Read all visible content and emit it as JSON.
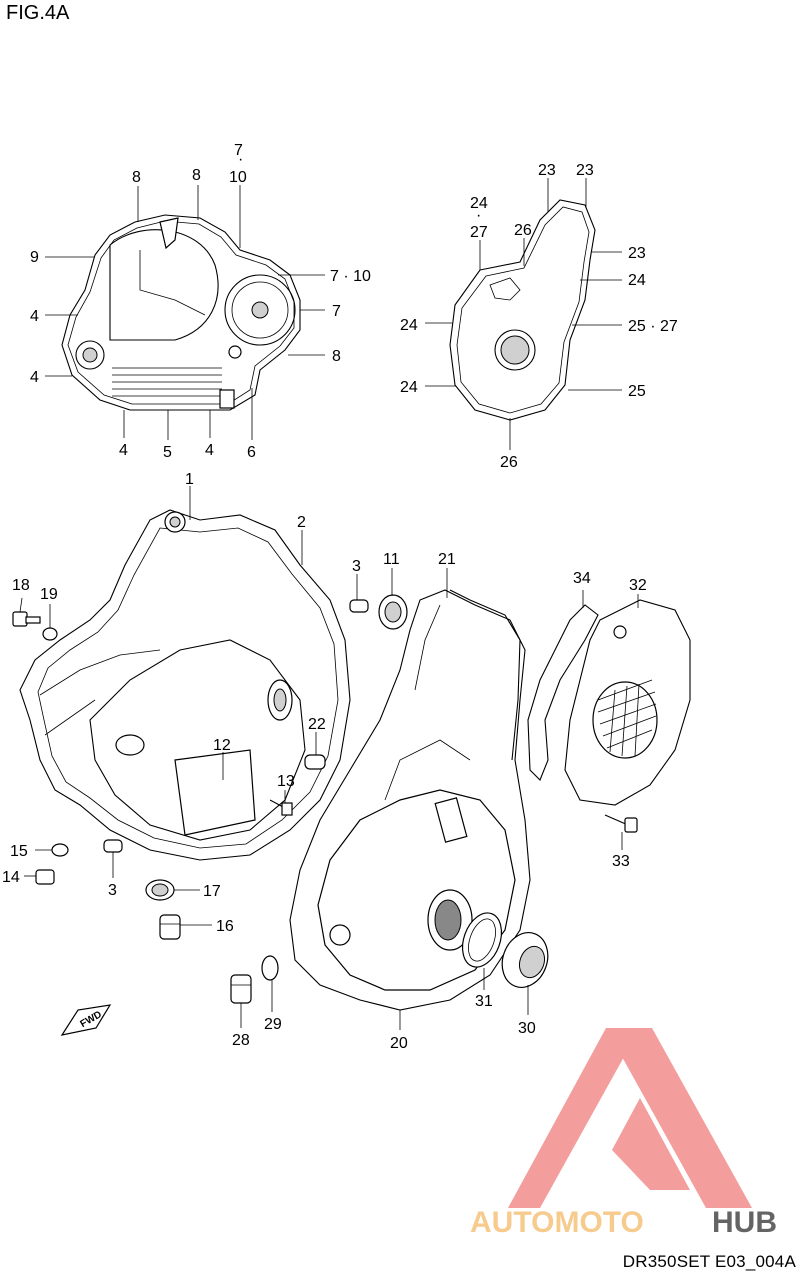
{
  "figure": {
    "title": "FIG.4A",
    "code": "DR350SET E03_004A"
  },
  "watermark": {
    "brand_part1": "AUTOMOTO",
    "brand_part2": "HUB",
    "color_primary": "#f28c8c",
    "color_accent": "#f5c27a",
    "color_dark": "#4a4a4a"
  },
  "direction_marker": "FWD",
  "callouts": {
    "c1": "1",
    "c2": "2",
    "c3a": "3",
    "c3b": "3",
    "c4a": "4",
    "c4b": "4",
    "c4c": "4",
    "c4d": "4",
    "c5": "5",
    "c6": "6",
    "c7a": "7",
    "c7b": "7",
    "c7c": "7 · 10",
    "c7d": "10",
    "c8a": "8",
    "c8b": "8",
    "c8c": "8",
    "c9": "9",
    "c11": "11",
    "c12": "12",
    "c13": "13",
    "c14": "14",
    "c15": "15",
    "c16": "16",
    "c17": "17",
    "c18": "18",
    "c19": "19",
    "c20": "20",
    "c21": "21",
    "c22": "22",
    "c23a": "23",
    "c23b": "23",
    "c23c": "23",
    "c24a": "24",
    "c24b": "24",
    "c24c": "24",
    "c24d": "24",
    "c24e": "27",
    "c25a": "25 · 27",
    "c25b": "25",
    "c26a": "26",
    "c26b": "26",
    "c28": "28",
    "c29": "29",
    "c30": "30",
    "c31": "31",
    "c32": "32",
    "c33": "33",
    "c34": "34"
  }
}
